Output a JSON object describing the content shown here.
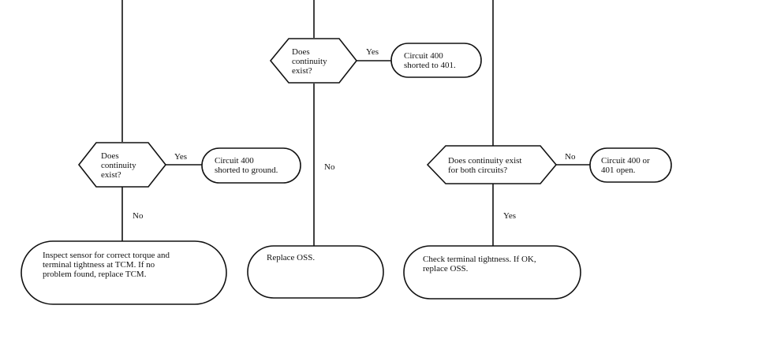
{
  "colors": {
    "stroke": "#111111",
    "text": "#111111",
    "background": "#ffffff"
  },
  "left_column": {
    "decision": "Does\ncontinuity\nexist?",
    "yes_label": "Yes",
    "yes_result": "Circuit 400\nshorted to ground.",
    "no_label": "No",
    "no_result": "Inspect sensor for correct torque and\nterminal tightness at TCM. If no\nproblem found, replace TCM."
  },
  "middle_column": {
    "decision": "Does\ncontinuity\nexist?",
    "yes_label": "Yes",
    "yes_result": "Circuit 400\nshorted to 401.",
    "no_label": "No",
    "no_result": "Replace OSS."
  },
  "right_column": {
    "decision": "Does continuity exist\nfor both circuits?",
    "no_label": "No",
    "no_result": "Circuit 400 or\n401 open.",
    "yes_label": "Yes",
    "yes_result": "Check terminal tightness. If OK,\nreplace OSS."
  }
}
